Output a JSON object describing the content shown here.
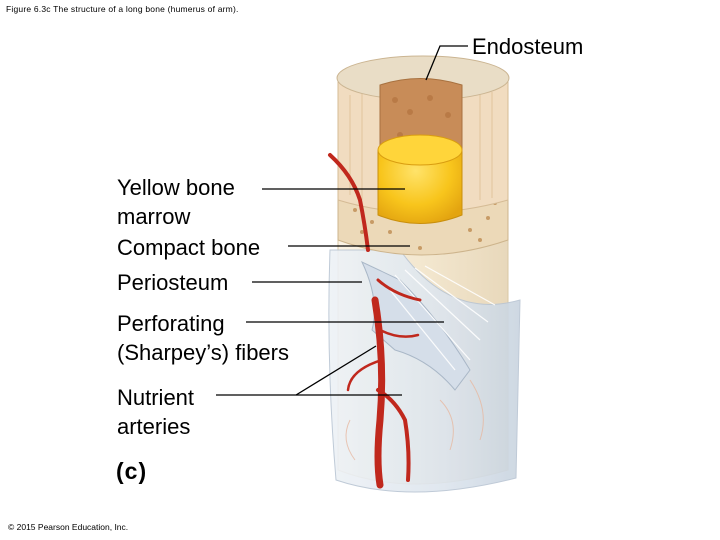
{
  "figure": {
    "caption": "Figure 6.3c The structure of a long bone (humerus of arm).",
    "copyright": "© 2015 Pearson Education, Inc.",
    "panel_label": "(c)"
  },
  "labels": {
    "endosteum": "Endosteum",
    "yellow_marrow_line1": "Yellow bone",
    "yellow_marrow_line2": "marrow",
    "compact_bone": "Compact bone",
    "periosteum": "Periosteum",
    "perforating_line1": "Perforating",
    "perforating_line2": "(Sharpey’s) fibers",
    "nutrient_line1": "Nutrient",
    "nutrient_line2": "arteries"
  },
  "colors": {
    "bone_shaft": "#f3e9d4",
    "compact_bone": "#eedcbf",
    "spongy_bone": "#c98a55",
    "yellow_marrow": "#f6c21a",
    "periosteum": "#e2e8ef",
    "artery": "#c0281d",
    "leader_line": "#000000"
  }
}
